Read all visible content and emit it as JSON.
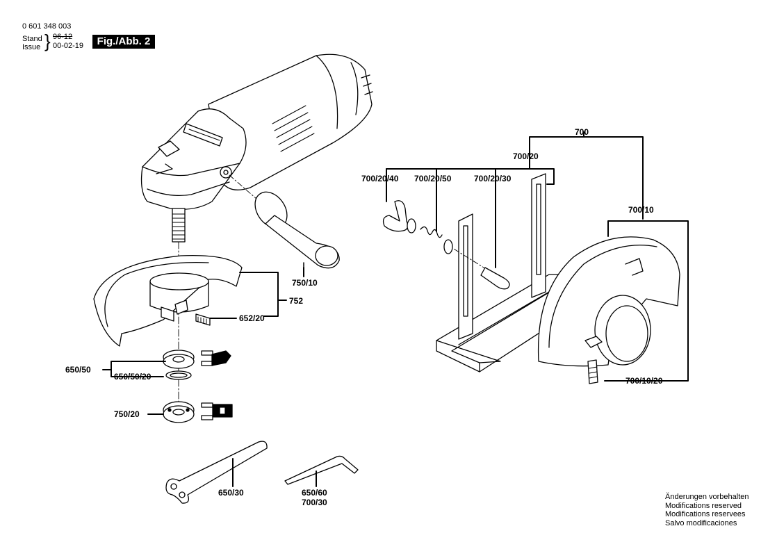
{
  "header": {
    "part_number": "0 601 348 003",
    "stand_label": "Stand",
    "issue_label": "Issue",
    "old_date": "96-12",
    "new_date": "00-02-19",
    "figure_label": "Fig./Abb. 2"
  },
  "callouts": {
    "c_750_10": "750/10",
    "c_752": "752",
    "c_652_20": "652/20",
    "c_650_50": "650/50",
    "c_650_50_20": "650/50/20",
    "c_750_20": "750/20",
    "c_650_30": "650/30",
    "c_650_60": "650/60",
    "c_700_30": "700/30",
    "c_700": "700",
    "c_700_20": "700/20",
    "c_700_20_40": "700/20/40",
    "c_700_20_50": "700/20/50",
    "c_700_20_30": "700/20/30",
    "c_700_10": "700/10",
    "c_700_10_20": "700/10/20"
  },
  "notes": [
    "Änderungen vorbehalten",
    "Modifications reserved",
    "Modifications reservees",
    "Salvo modificaciones"
  ]
}
